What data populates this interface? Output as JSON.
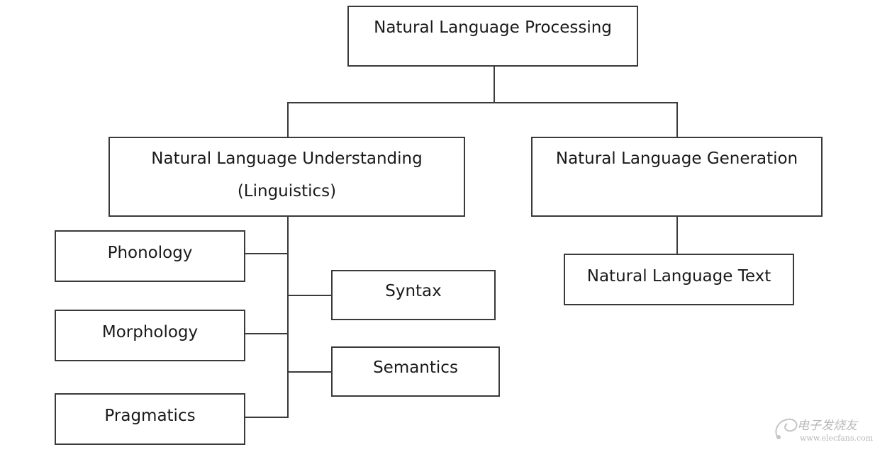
{
  "diagram": {
    "root": "Natural Language Processing",
    "nlu": {
      "line1": "Natural Language Understanding",
      "line2": "(Linguistics)"
    },
    "nlg": "Natural Language Generation",
    "nlg_child": "Natural Language Text",
    "nlu_children": {
      "phonology": "Phonology",
      "morphology": "Morphology",
      "pragmatics": "Pragmatics",
      "syntax": "Syntax",
      "semantics": "Semantics"
    }
  },
  "watermark": {
    "logo_text": "电子发烧友",
    "url": "www.elecfans.com"
  }
}
